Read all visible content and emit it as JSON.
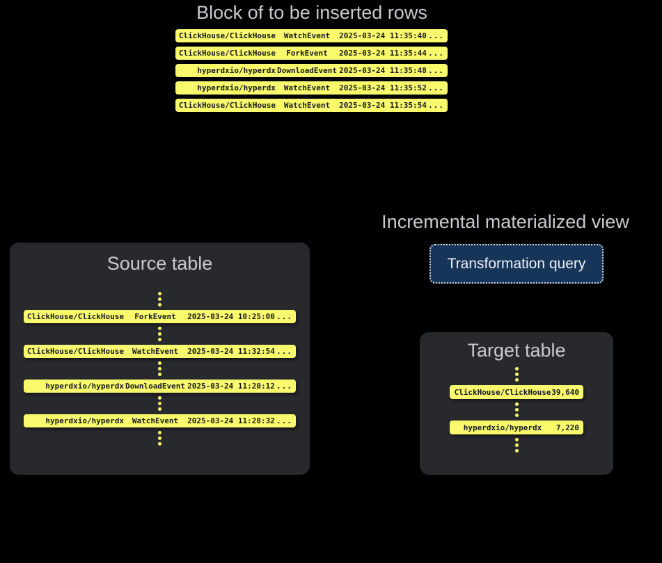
{
  "palette": {
    "background": "#000000",
    "panel_gray": "#28292d",
    "row_yellow": "#f8f96d",
    "row_text": "#17181c",
    "title_gray": "#c8cacd",
    "button_blue": "#173459",
    "button_border": "#d8dbdf",
    "button_text": "#eef1f5"
  },
  "insert_block": {
    "title": "Block of to be inserted rows",
    "rows": [
      {
        "repo": "ClickHouse/ClickHouse",
        "event": "WatchEvent",
        "timestamp": "2025-03-24 11:35:40",
        "more": "..."
      },
      {
        "repo": "ClickHouse/ClickHouse",
        "event": "ForkEvent",
        "timestamp": "2025-03-24 11:35:44",
        "more": "..."
      },
      {
        "repo": "hyperdxio/hyperdx",
        "event": "DownloadEvent",
        "timestamp": "2025-03-24 11:35:48",
        "more": "..."
      },
      {
        "repo": "hyperdxio/hyperdx",
        "event": "WatchEvent",
        "timestamp": "2025-03-24 11:35:52",
        "more": "..."
      },
      {
        "repo": "ClickHouse/ClickHouse",
        "event": "WatchEvent",
        "timestamp": "2025-03-24 11:35:54",
        "more": "..."
      }
    ]
  },
  "source_table": {
    "title": "Source table",
    "rows": [
      {
        "repo": "ClickHouse/ClickHouse",
        "event": "ForkEvent",
        "timestamp": "2025-03-24 10:25:00",
        "more": "..."
      },
      {
        "repo": "ClickHouse/ClickHouse",
        "event": "WatchEvent",
        "timestamp": "2025-03-24 11:32:54",
        "more": "..."
      },
      {
        "repo": "hyperdxio/hyperdx",
        "event": "DownloadEvent",
        "timestamp": "2025-03-24 11:20:12",
        "more": "..."
      },
      {
        "repo": "hyperdxio/hyperdx",
        "event": "WatchEvent",
        "timestamp": "2025-03-24 11:28:32",
        "more": "..."
      }
    ]
  },
  "materialized_view": {
    "title": "Incremental materialized view",
    "button_label": "Transformation query"
  },
  "target_table": {
    "title": "Target table",
    "rows": [
      {
        "group": "ClickHouse/ClickHouse",
        "value": "39,640"
      },
      {
        "group": "hyperdxio/hyperdx",
        "value": "7,220"
      }
    ]
  }
}
